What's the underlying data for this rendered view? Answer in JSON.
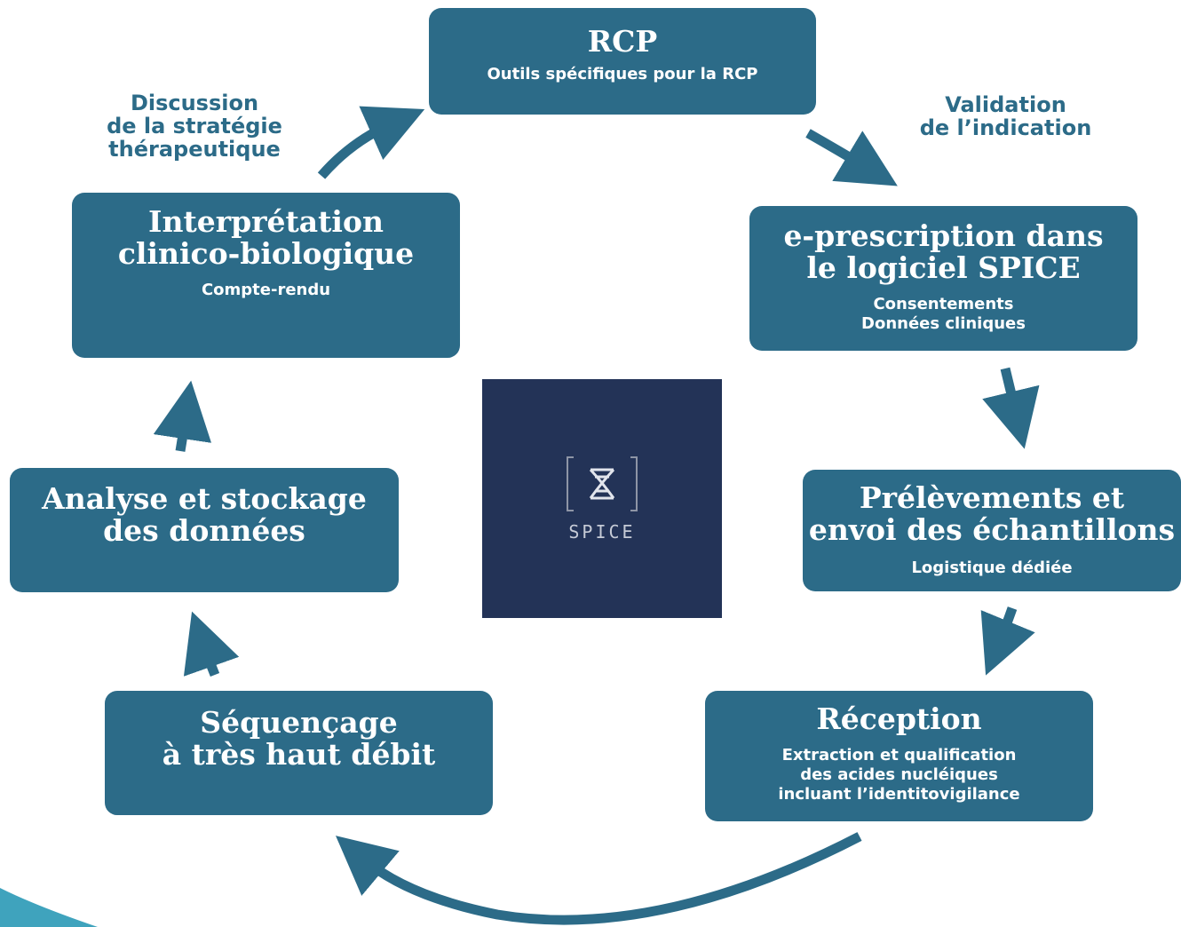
{
  "colors": {
    "box": "#2c6b88",
    "label": "#2c6b88",
    "logo_bg": "#233357",
    "accent_corner": "#3fa3bd"
  },
  "center_logo": {
    "name": "SPICE",
    "icon": "dna-icon"
  },
  "steps": {
    "rcp": {
      "title": "RCP",
      "subtitle": "Outils spécifiques pour la RCP"
    },
    "eprescription": {
      "title": "e-prescription dans\nle logiciel SPICE",
      "subtitle": "Consentements\nDonnées cliniques"
    },
    "prelevements": {
      "title": "Prélèvements et\nenvoi des échantillons",
      "subtitle": "Logistique dédiée"
    },
    "reception": {
      "title": "Réception",
      "subtitle": "Extraction et qualification\ndes acides nucléiques\nincluant l’identitovigilance"
    },
    "sequencage": {
      "title": "Séquençage\nà très haut débit"
    },
    "analyse": {
      "title": "Analyse et stockage\ndes données"
    },
    "interpretation": {
      "title": "Interprétation\nclinico-biologique",
      "subtitle": "Compte-rendu"
    }
  },
  "labels": {
    "discussion": "Discussion\nde la stratégie\nthérapeutique",
    "validation": "Validation\nde l’indication"
  }
}
